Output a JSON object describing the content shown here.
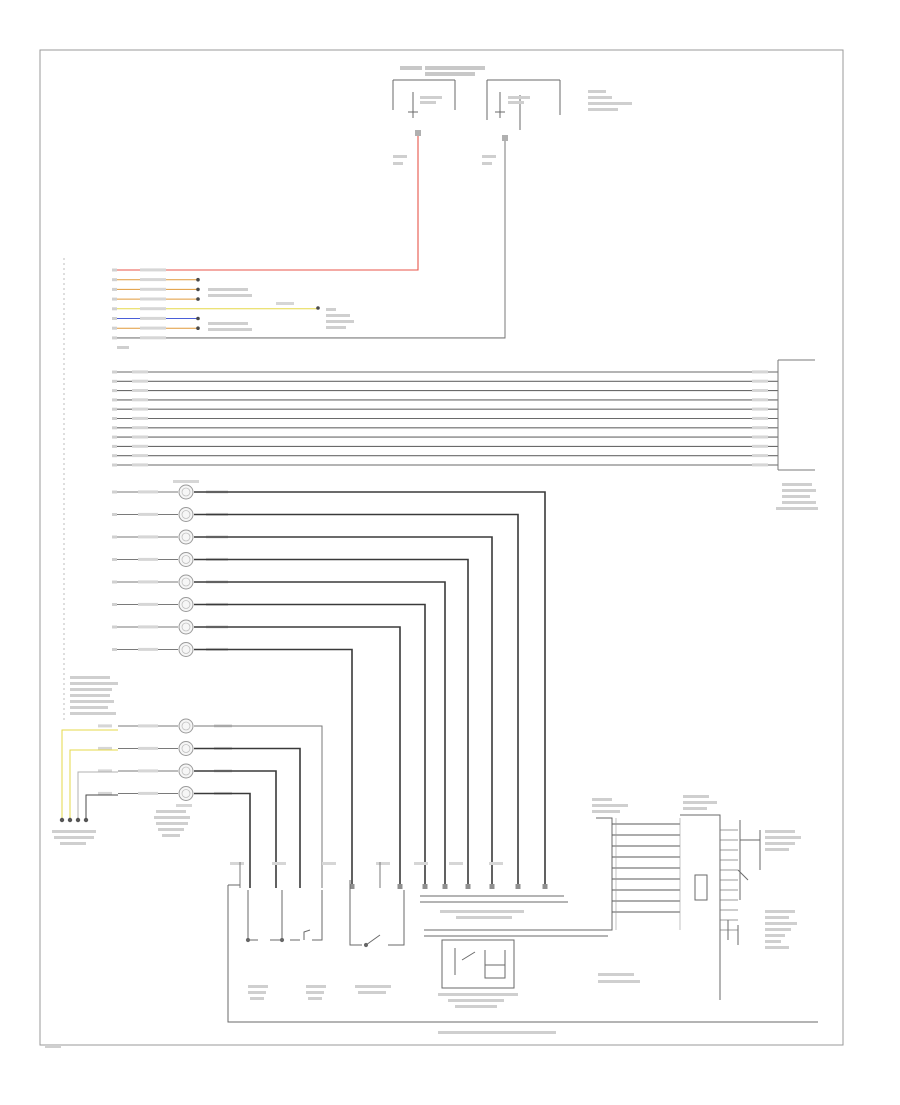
{
  "diagram": {
    "footer_code": "",
    "bottom_title": "",
    "colors": {
      "wire": "#7a7a7a",
      "wire_dark": "#3a3a3a",
      "power": "#e8564a",
      "yellow": "#e6d84a",
      "blue": "#4a5ed8",
      "green": "#3aa34a",
      "orange": "#e09a3a",
      "text": "#8a8a8a"
    },
    "connector_rows": 12,
    "bus_wires": 11,
    "circle_rows_upper": 8,
    "circle_rows_lower": 4,
    "switch_outputs": 11
  }
}
